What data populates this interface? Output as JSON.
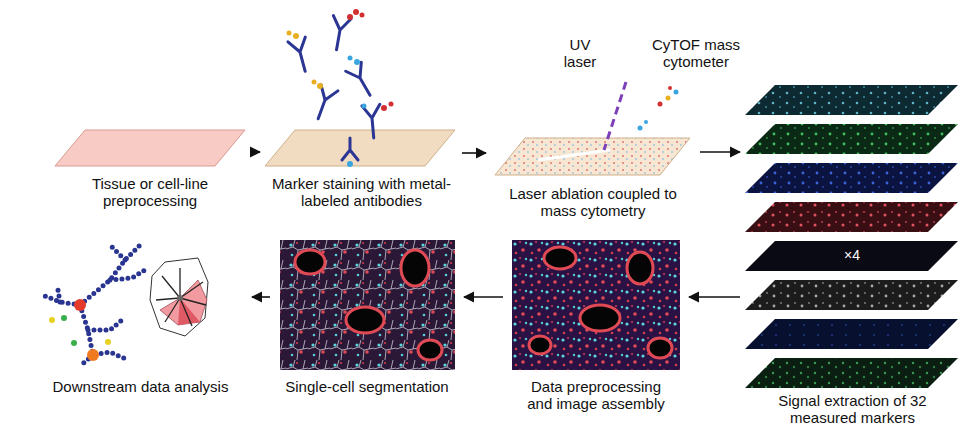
{
  "diagram": {
    "nodes": [
      {
        "text": [
          "Tissue or cell-line preprocessing"
        ]
      },
      {
        "text": [
          "Marker staining with metal-labeled antibodies"
        ]
      },
      {
        "text": [
          "Laser ablation coupled to mass cytometry"
        ]
      },
      {
        "text": [
          "Signal extraction of 32 measured markers"
        ]
      },
      {
        "text": [
          "Data preprocessing and image assembly"
        ]
      },
      {
        "text": [
          "Single-cell segmentation"
        ]
      },
      {
        "text": [
          "Downstream data analysis"
        ]
      }
    ],
    "edges": [
      {
        "from": 0,
        "to": 1,
        "arrow": "to"
      },
      {
        "from": 1,
        "to": 2,
        "arrow": "to"
      },
      {
        "from": 2,
        "to": 3,
        "arrow": "to"
      },
      {
        "from": 3,
        "to": 4,
        "arrow": "to"
      },
      {
        "from": 4,
        "to": 5,
        "arrow": "to"
      },
      {
        "from": 5,
        "to": 6,
        "arrow": "to"
      }
    ],
    "labels": [
      "UV laser",
      "CyTOF mass cytometer",
      "×4"
    ]
  }
}
